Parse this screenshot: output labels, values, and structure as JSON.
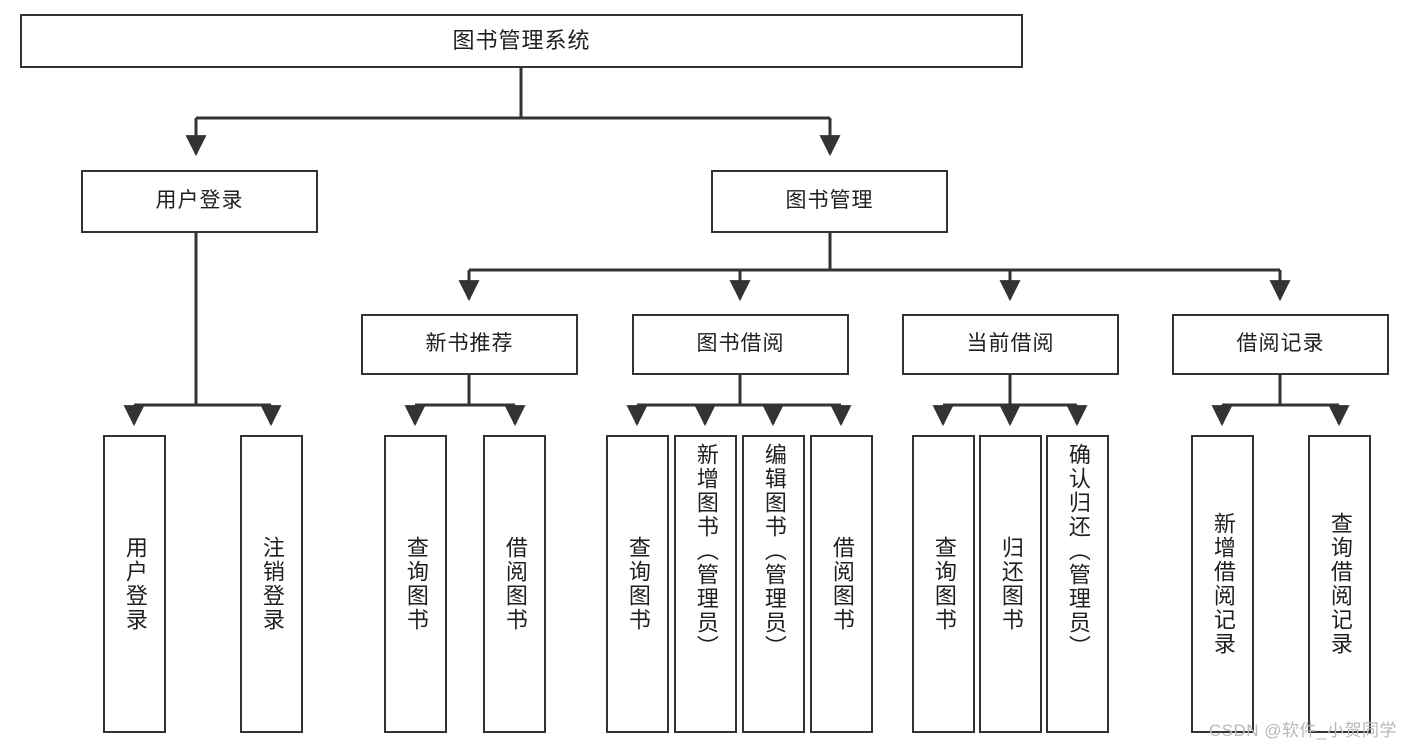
{
  "diagram": {
    "title": "图书管理系统",
    "type": "tree",
    "root": {
      "label": "图书管理系统"
    },
    "level2": [
      {
        "label": "用户登录"
      },
      {
        "label": "图书管理"
      }
    ],
    "level3": [
      {
        "label": "新书推荐"
      },
      {
        "label": "图书借阅"
      },
      {
        "label": "当前借阅"
      },
      {
        "label": "借阅记录"
      }
    ],
    "leaves": [
      {
        "label": "用户登录",
        "parent": "用户登录"
      },
      {
        "label": "注销登录",
        "parent": "用户登录"
      },
      {
        "label": "查询图书",
        "parent": "新书推荐"
      },
      {
        "label": "借阅图书",
        "parent": "新书推荐"
      },
      {
        "label": "查询图书",
        "parent": "图书借阅"
      },
      {
        "label": "新增图书（管理员）",
        "parent": "图书借阅"
      },
      {
        "label": "编辑图书（管理员）",
        "parent": "图书借阅"
      },
      {
        "label": "借阅图书",
        "parent": "图书借阅"
      },
      {
        "label": "查询图书",
        "parent": "当前借阅"
      },
      {
        "label": "归还图书",
        "parent": "当前借阅"
      },
      {
        "label": "确认归还（管理员）",
        "parent": "当前借阅"
      },
      {
        "label": "新增借阅记录",
        "parent": "借阅记录"
      },
      {
        "label": "查询借阅记录",
        "parent": "借阅记录"
      }
    ],
    "colors": {
      "stroke": "#333333",
      "background": "#ffffff",
      "text": "#1f1f1f",
      "watermark": "#b9b9b9"
    }
  },
  "watermark": {
    "text": "CSDN @软件_小贺同学"
  }
}
